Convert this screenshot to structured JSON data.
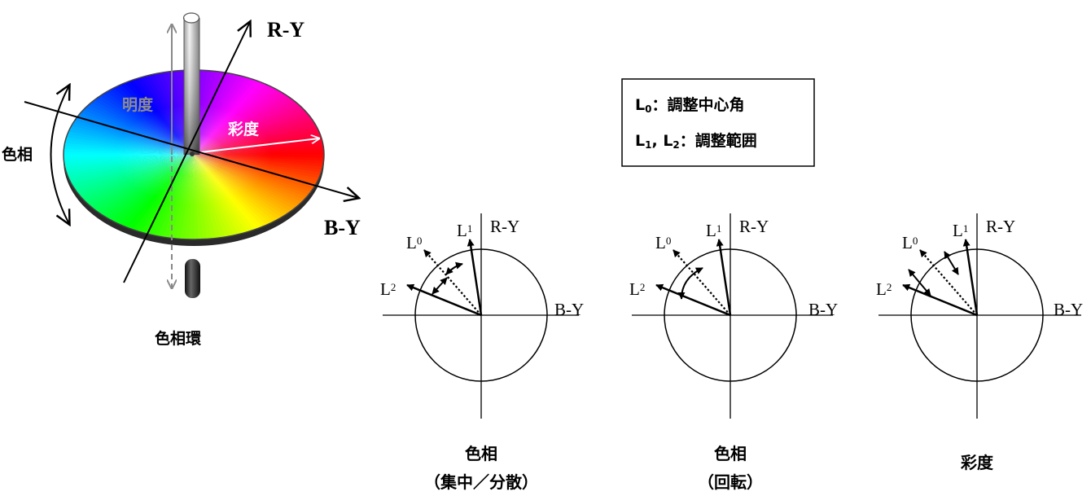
{
  "wheel": {
    "axis_ry": "R-Y",
    "axis_by": "B-Y",
    "brightness_label": "明度",
    "saturation_label": "彩度",
    "hue_label": "色相",
    "caption": "色相環"
  },
  "legend": {
    "l0_letter": "L",
    "l0_sub": "0",
    "l0_text": "：調整中心角",
    "l12_l1_letter": "L",
    "l12_l1_sub": "1",
    "l12_sep": ", ",
    "l12_l2_letter": "L",
    "l12_l2_sub": "2",
    "l12_text": "：調整範囲"
  },
  "panels": [
    {
      "axis_ry": "R-Y",
      "axis_by": "B-Y",
      "l0_letter": "L",
      "l0_sub": "0",
      "l1_letter": "L",
      "l1_sub": "1",
      "l2_letter": "L",
      "l2_sub": "2",
      "caption_line1": "色相",
      "caption_line2": "（集中／分散）"
    },
    {
      "axis_ry": "R-Y",
      "axis_by": "B-Y",
      "l0_letter": "L",
      "l0_sub": "0",
      "l1_letter": "L",
      "l1_sub": "1",
      "l2_letter": "L",
      "l2_sub": "2",
      "caption_line1": "色相",
      "caption_line2": "（回転）"
    },
    {
      "axis_ry": "R-Y",
      "axis_by": "B-Y",
      "l0_letter": "L",
      "l0_sub": "0",
      "l1_letter": "L",
      "l1_sub": "1",
      "l2_letter": "L",
      "l2_sub": "2",
      "caption_line1": "彩度",
      "caption_line2": ""
    }
  ]
}
